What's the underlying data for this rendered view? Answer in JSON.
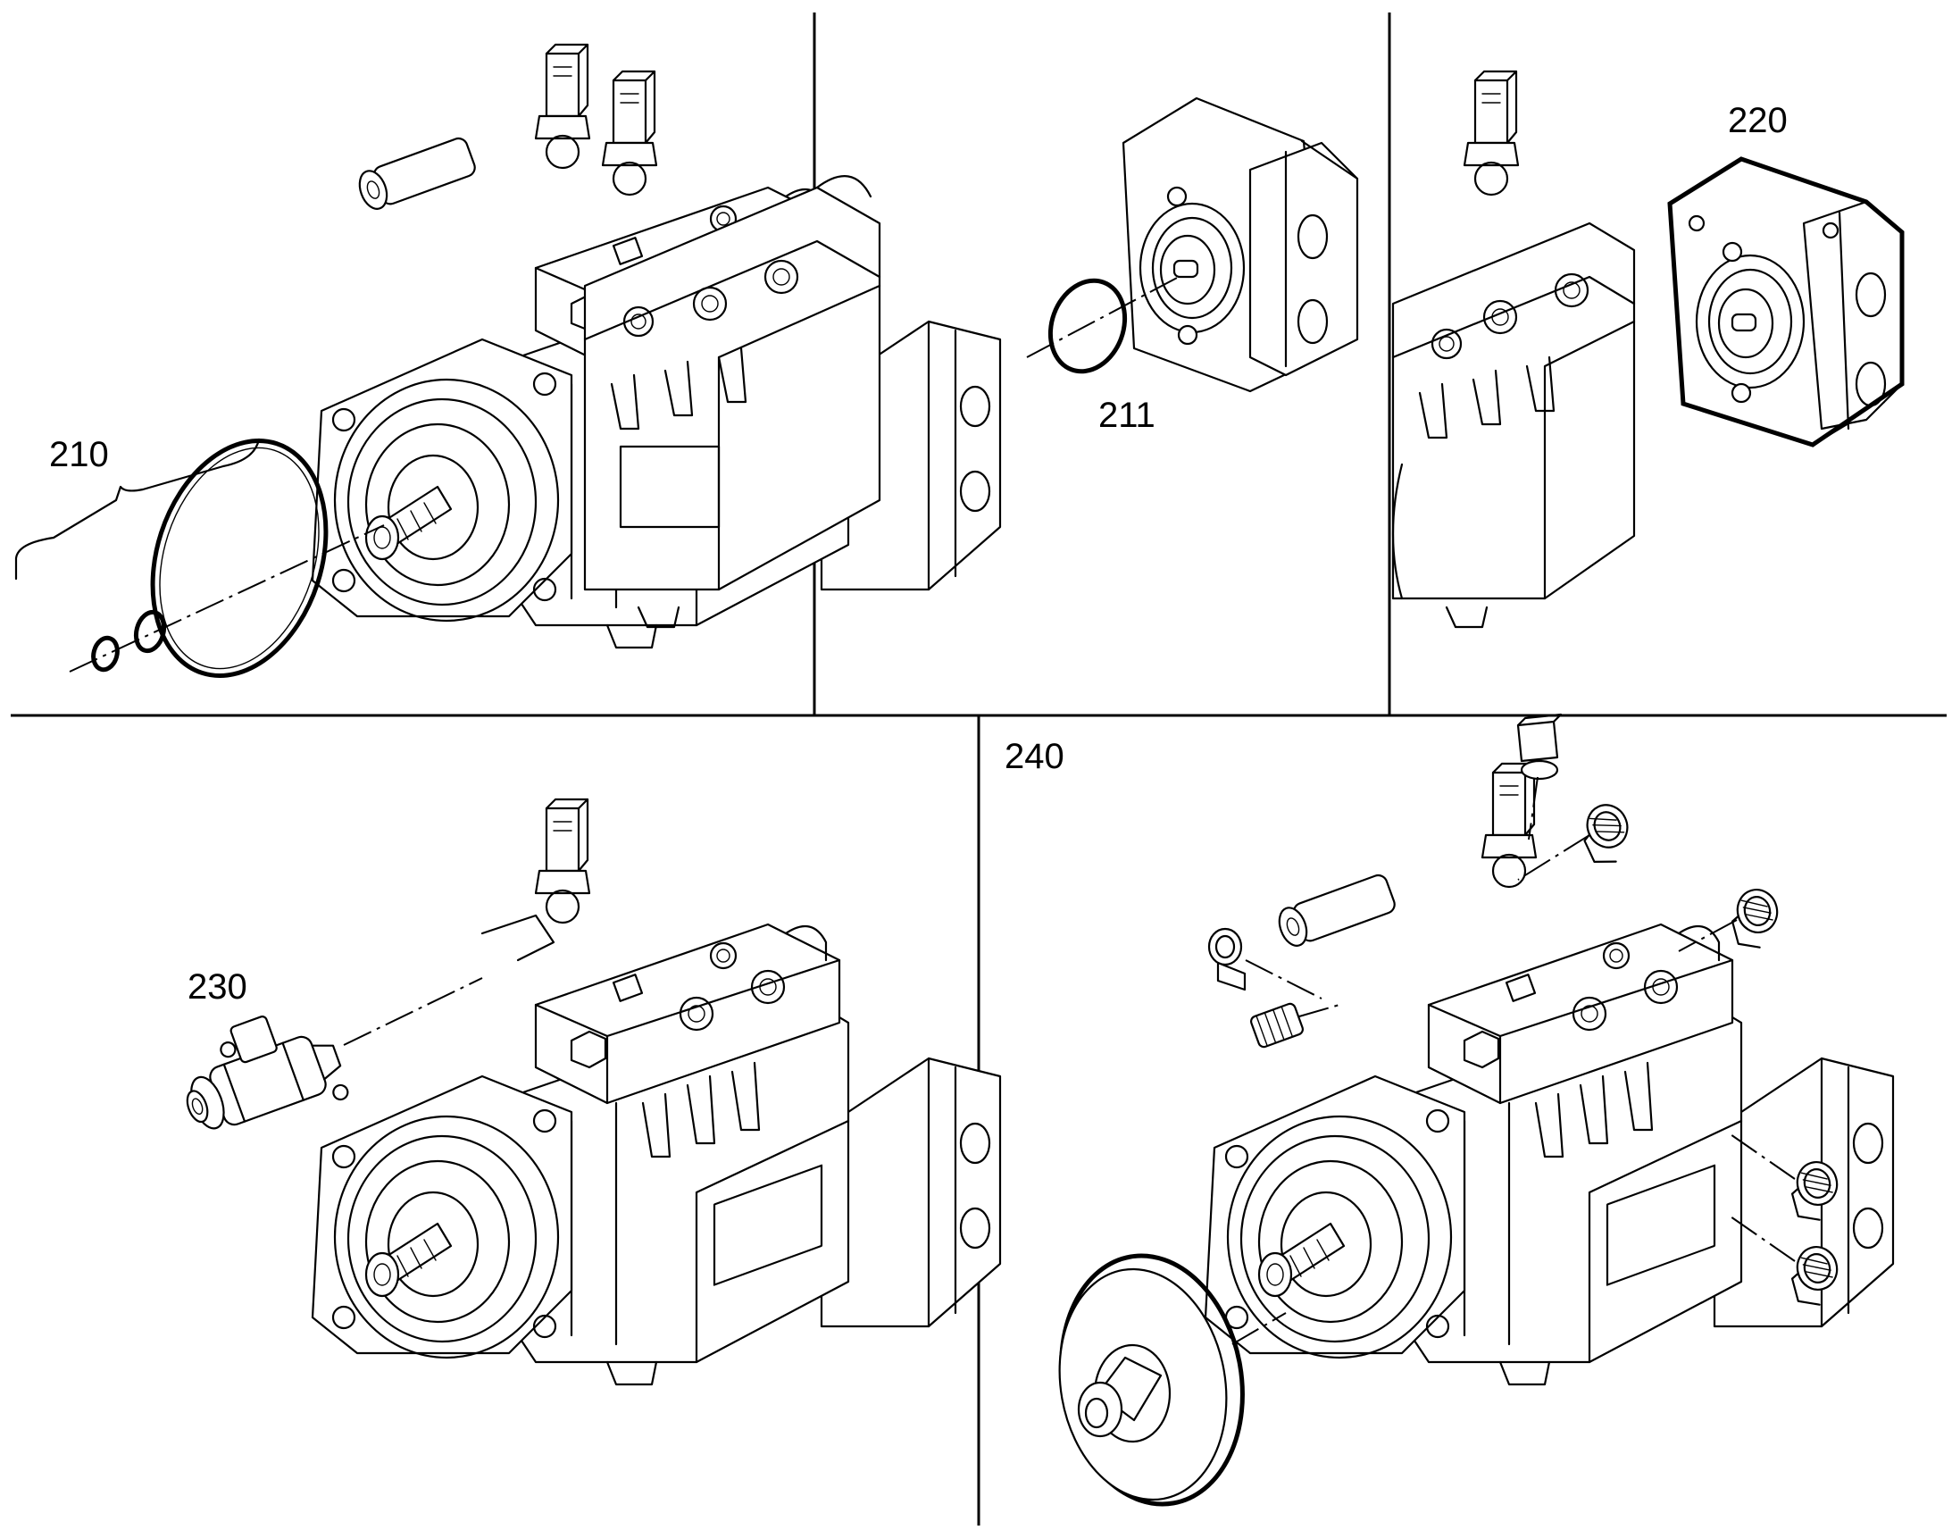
{
  "callouts": {
    "c210": "210",
    "c211": "211",
    "c220": "220",
    "c230": "230",
    "c240": "240"
  },
  "colors": {
    "line": "#000000",
    "background": "#ffffff"
  }
}
